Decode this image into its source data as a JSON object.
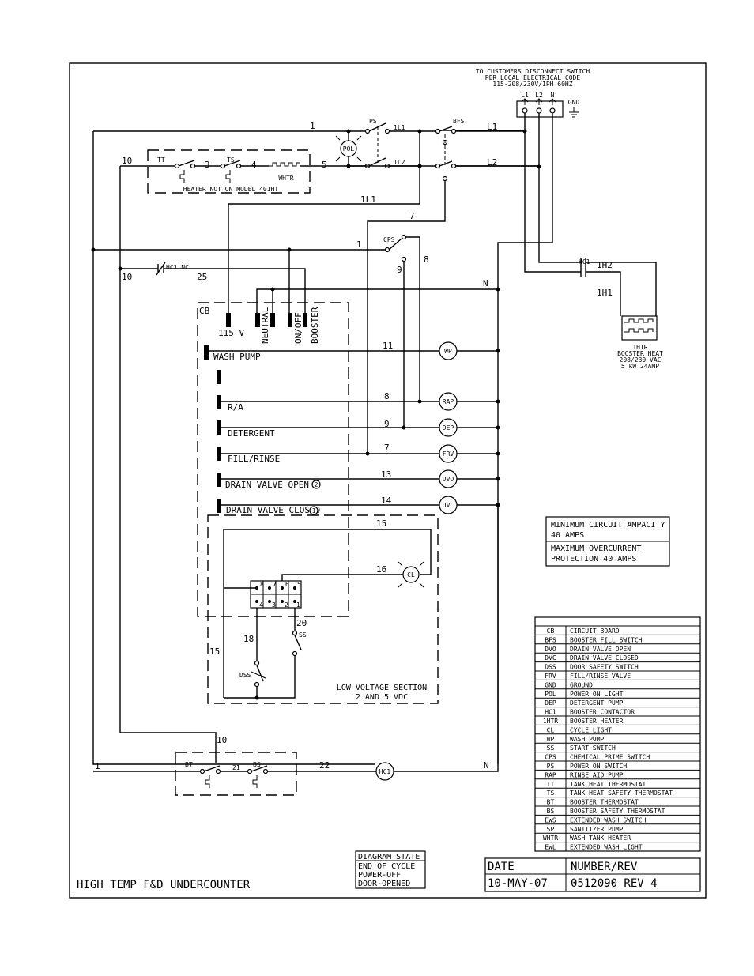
{
  "supply": {
    "line1": "TO CUSTOMERS DISCONNECT SWITCH",
    "line2": "PER LOCAL ELECTRICAL CODE",
    "line3": "115-208/230V/1PH 60HZ",
    "l1": "L1",
    "l2": "L2",
    "n": "N",
    "gnd": "GND"
  },
  "wires": {
    "w1": "1",
    "w10": "10",
    "w3": "3",
    "w4": "4",
    "w5": "5",
    "w1l1": "1L1",
    "w7": "7",
    "w8": "8",
    "w9": "9",
    "w25": "25",
    "n": "N",
    "w11": "11",
    "w13": "13",
    "w14": "14",
    "w15": "15",
    "w16": "16",
    "w18": "18",
    "w20": "20",
    "w21": "21",
    "w22": "22",
    "l1": "L1",
    "l2": "L2",
    "one_l1": "1L1",
    "one_l2": "1L2",
    "one_h1": "1H1",
    "one_h2": "1H2"
  },
  "components": {
    "ps": "PS",
    "bfs": "BFS",
    "pol": "POL",
    "tt": "TT",
    "ts": "TS",
    "whtr": "WHTR",
    "heater_note": "HEATER NOT ON MODEL 401HT",
    "cps": "CPS",
    "hc1_nc": "HC1 NC",
    "hc1": "HC1",
    "bt": "BT",
    "bs": "BS",
    "dss": "DSS",
    "ss": "SS",
    "cl": "CL"
  },
  "booster_heat": {
    "id": "1HTR",
    "line1": "BOOSTER HEAT",
    "line2": "208/230 VAC",
    "line3": "5 kW   24AMP"
  },
  "circuit_board": {
    "label": "CB",
    "top_terms": [
      "115 V",
      "NEUTRAL",
      "ON/OFF",
      "BOOSTER"
    ],
    "outputs": [
      {
        "label": "WASH PUMP",
        "wire": "11",
        "device": "WP"
      },
      {
        "label": "R/A",
        "wire": "8",
        "device": "RAP"
      },
      {
        "label": "DETERGENT",
        "wire": "9",
        "device": "DEP"
      },
      {
        "label": "FILL/RINSE",
        "wire": "7",
        "device": "FRV"
      },
      {
        "label": "DRAIN VALVE OPEN",
        "num": "2",
        "wire": "13",
        "device": "DVO"
      },
      {
        "label": "DRAIN VALVE CLOSED",
        "num": "1",
        "wire": "14",
        "device": "DVC"
      }
    ],
    "connector_top": [
      "8",
      "7",
      "6",
      "5"
    ],
    "connector_bottom": [
      "4",
      "3",
      "2",
      "1"
    ]
  },
  "low_voltage": {
    "line1": "LOW VOLTAGE SECTION",
    "line2": "2 AND 5 VDC"
  },
  "ampacity": {
    "min1": "MINIMUM CIRCUIT AMPACITY",
    "min2": "40 AMPS",
    "max1": "MAXIMUM OVERCURRENT",
    "max2": "PROTECTION 40 AMPS"
  },
  "legend": [
    [
      "CB",
      "CIRCUIT BOARD"
    ],
    [
      "BFS",
      "BOOSTER FILL SWITCH"
    ],
    [
      "DVO",
      "DRAIN VALVE OPEN"
    ],
    [
      "DVC",
      "DRAIN VALVE CLOSED"
    ],
    [
      "DSS",
      "DOOR SAFETY SWITCH"
    ],
    [
      "FRV",
      "FILL/RINSE VALVE"
    ],
    [
      "GND",
      "GROUND"
    ],
    [
      "POL",
      "POWER ON LIGHT"
    ],
    [
      "DEP",
      "DETERGENT PUMP"
    ],
    [
      "HC1",
      "BOOSTER CONTACTOR"
    ],
    [
      "1HTR",
      "BOOSTER HEATER"
    ],
    [
      "CL",
      "CYCLE LIGHT"
    ],
    [
      "WP",
      "WASH PUMP"
    ],
    [
      "SS",
      "START SWITCH"
    ],
    [
      "CPS",
      "CHEMICAL PRIME SWITCH"
    ],
    [
      "PS",
      "POWER ON SWITCH"
    ],
    [
      "RAP",
      "RINSE AID PUMP"
    ],
    [
      "TT",
      "TANK HEAT THERMOSTAT"
    ],
    [
      "TS",
      "TANK HEAT SAFETY THERMOSTAT"
    ],
    [
      "BT",
      "BOOSTER THERMOSTAT"
    ],
    [
      "BS",
      "BOOSTER SAFETY THERMOSTAT"
    ],
    [
      "EWS",
      "EXTENDED WASH SWITCH"
    ],
    [
      "SP",
      "SANITIZER PUMP"
    ],
    [
      "WHTR",
      "WASH TANK HEATER"
    ],
    [
      "EWL",
      "EXTENDED WASH LIGHT"
    ]
  ],
  "diagram_state": [
    "DIAGRAM STATE",
    "END OF CYCLE",
    "POWER-OFF",
    "DOOR-OPENED"
  ],
  "title_block": {
    "title": "HIGH TEMP F&D UNDERCOUNTER",
    "date_label": "DATE",
    "number_label": "NUMBER/REV",
    "date": "10-MAY-07",
    "number": "0512090 REV 4"
  }
}
